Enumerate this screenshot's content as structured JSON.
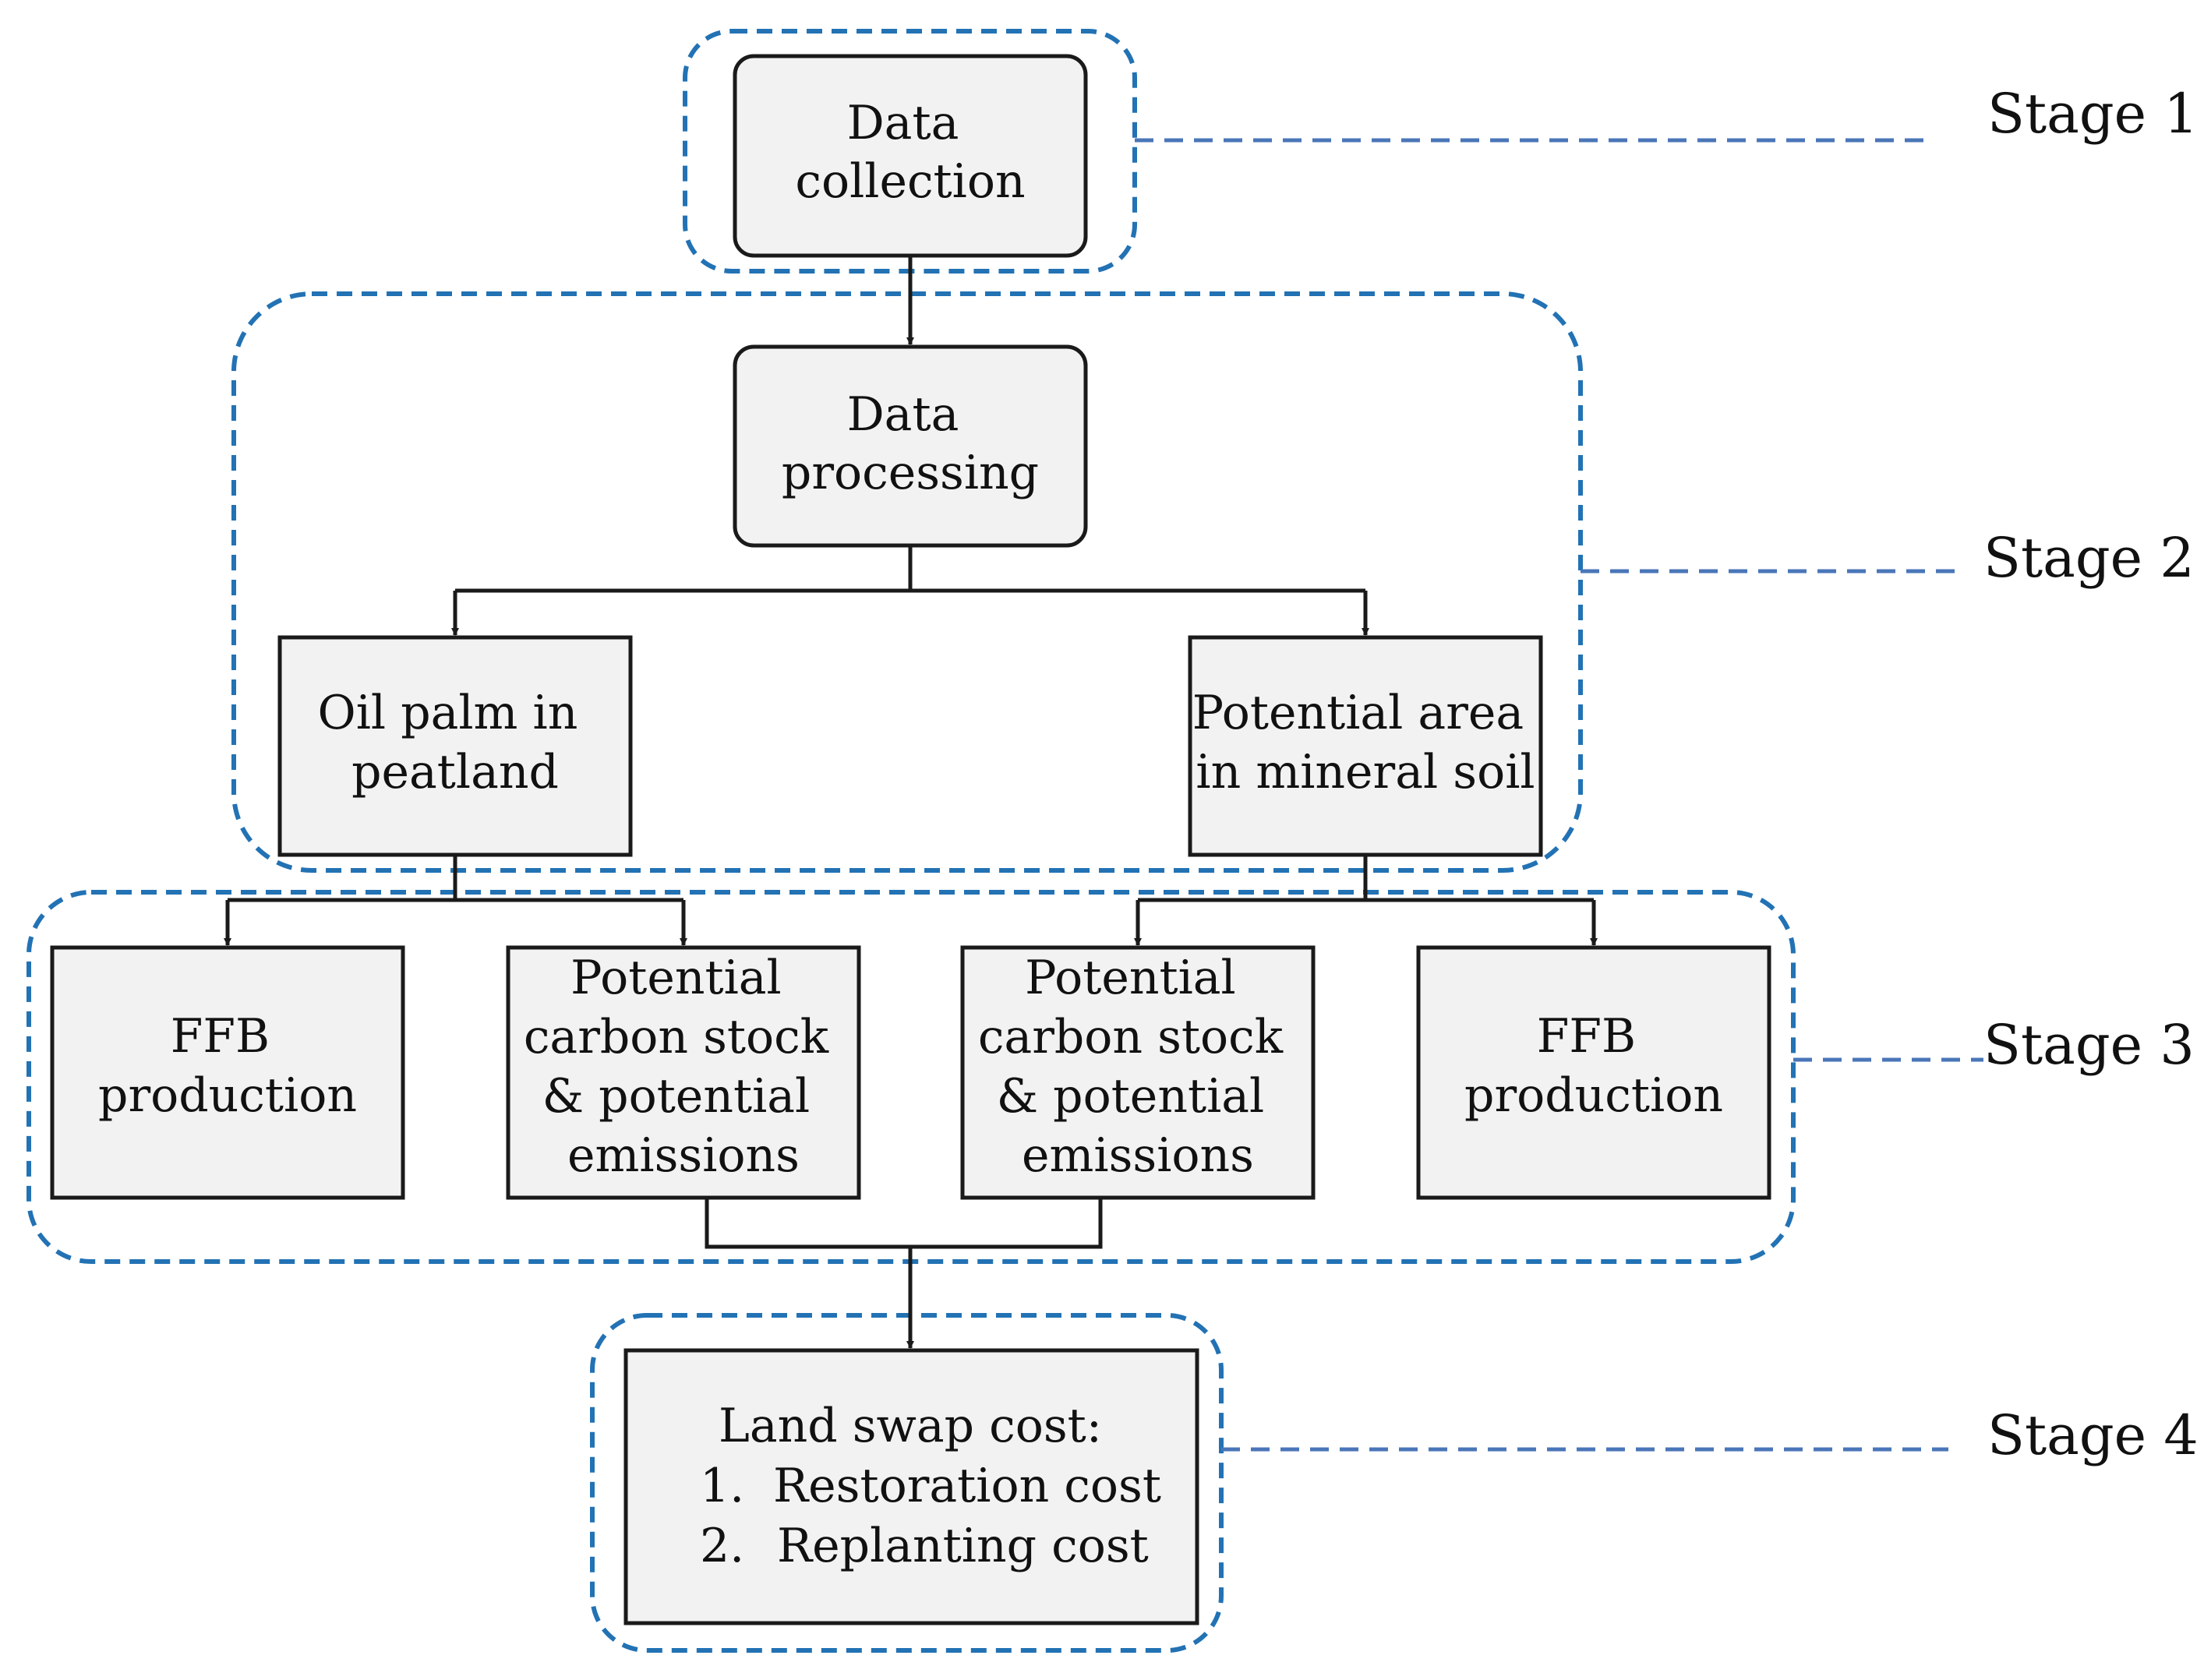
{
  "nodes": {
    "data_collection": [
      "Data",
      "collection"
    ],
    "data_processing": [
      "Data",
      "processing"
    ],
    "oil_palm_peatland": [
      "Oil palm in",
      "peatland"
    ],
    "potential_area_mineral": [
      "Potential area",
      "in mineral soil"
    ],
    "ffb_left": [
      "FFB",
      "production"
    ],
    "carbon_left": [
      "Potential",
      "carbon stock",
      "& potential",
      "emissions"
    ],
    "carbon_right": [
      "Potential",
      "carbon stock",
      "& potential",
      "emissions"
    ],
    "ffb_right": [
      "FFB",
      "production"
    ],
    "land_swap": {
      "heading": "Land swap cost:",
      "items": [
        {
          "number": "1.",
          "text": "Restoration cost"
        },
        {
          "number": "2.",
          "text": "Replanting cost"
        }
      ]
    }
  },
  "stages": [
    "Stage 1",
    "Stage 2",
    "Stage 3",
    "Stage 4"
  ],
  "colors": {
    "stage_border": "#2272b4",
    "stage_connector": "#4a76b8",
    "box_fill": "#f2f2f2",
    "box_stroke": "#1a1a1a"
  }
}
